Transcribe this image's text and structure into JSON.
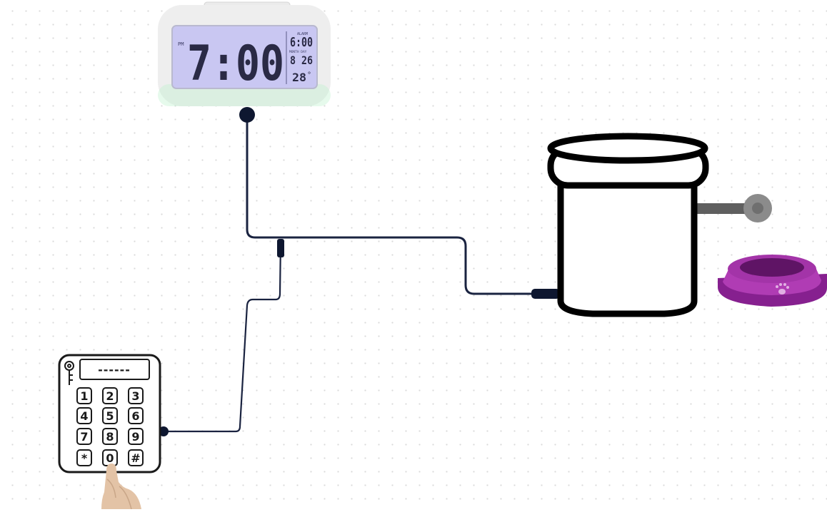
{
  "clock": {
    "time": "7:00",
    "alarm": "6:00",
    "date": "8 26",
    "temperature": "28",
    "temp_unit": "°",
    "label_pm": "PM",
    "label_alarm": "ALARM",
    "label_month_day": "MONTH DAY"
  },
  "keypad": {
    "display": "------",
    "keys": [
      "1",
      "2",
      "3",
      "4",
      "5",
      "6",
      "7",
      "8",
      "9",
      "*",
      "0",
      "#"
    ]
  },
  "colors": {
    "wire": "#1a2340",
    "bin_outline": "#000000",
    "handle": "#5f5f5f",
    "bowl": "#9b2e9f",
    "lcd": "#c9c7f2"
  }
}
